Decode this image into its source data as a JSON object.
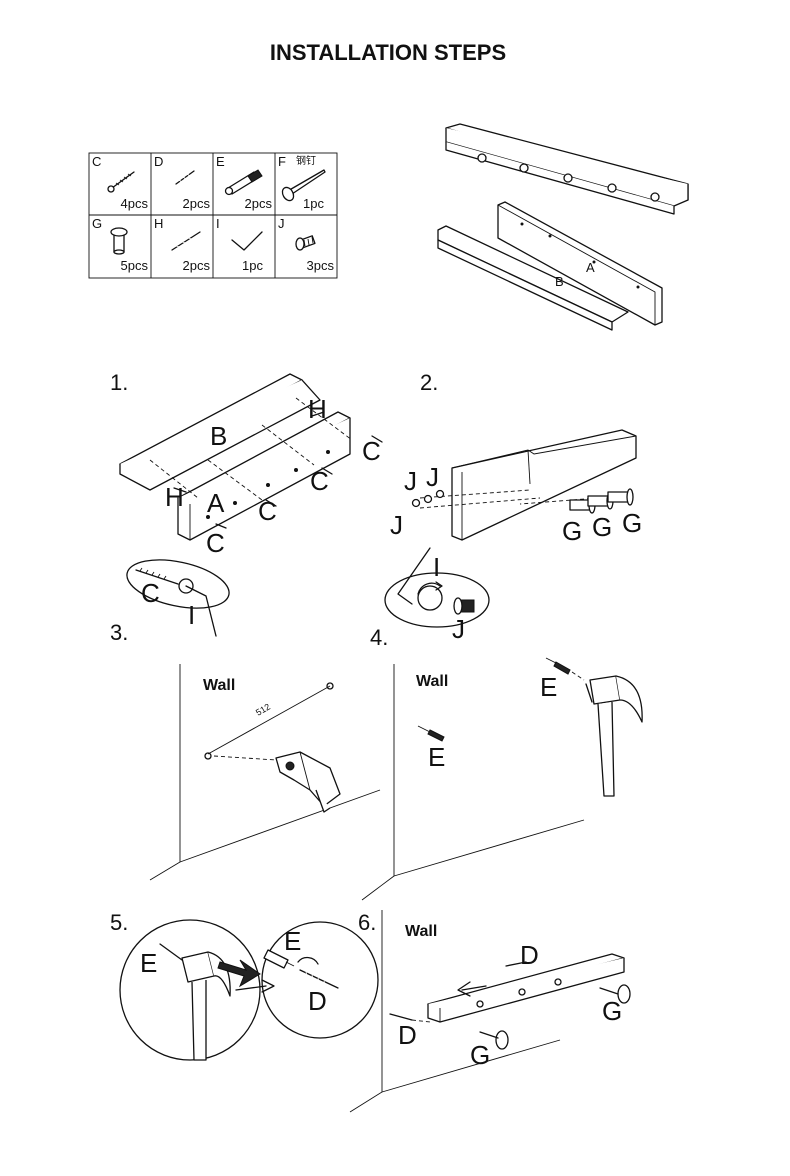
{
  "title": "INSTALLATION STEPS",
  "parts": [
    {
      "letter": "C",
      "qty": "4pcs",
      "icon": "screw-icon"
    },
    {
      "letter": "D",
      "qty": "2pcs",
      "icon": "short-screw-icon"
    },
    {
      "letter": "E",
      "qty": "2pcs",
      "icon": "wall-anchor-icon"
    },
    {
      "letter": "F",
      "qty": "1pc",
      "note": "钢钉",
      "icon": "steel-nail-icon"
    },
    {
      "letter": "G",
      "qty": "5pcs",
      "icon": "peg-hook-icon"
    },
    {
      "letter": "H",
      "qty": "2pcs",
      "icon": "drill-bit-icon"
    },
    {
      "letter": "I",
      "qty": "1pc",
      "icon": "allen-key-icon"
    },
    {
      "letter": "J",
      "qty": "3pcs",
      "icon": "bolt-icon"
    }
  ],
  "overview": {
    "label_b": "B",
    "label_a": "A"
  },
  "steps": {
    "s1": {
      "number": "1.",
      "labels": [
        "B",
        "H",
        "C",
        "C",
        "C",
        "C",
        "A",
        "H"
      ],
      "detail": [
        "C",
        "I"
      ]
    },
    "s2": {
      "number": "2.",
      "labels": [
        "J",
        "J",
        "J",
        "G",
        "G",
        "G"
      ],
      "detail": [
        "I",
        "J"
      ]
    },
    "s3": {
      "number": "3.",
      "wall": "Wall",
      "measure": "512"
    },
    "s4": {
      "number": "4.",
      "wall": "Wall",
      "labels": [
        "E",
        "E"
      ]
    },
    "s5": {
      "number": "5.",
      "labels": [
        "E",
        "E",
        "D"
      ]
    },
    "s6": {
      "number": "6.",
      "wall": "Wall",
      "labels": [
        "D",
        "D",
        "G",
        "G"
      ]
    }
  }
}
